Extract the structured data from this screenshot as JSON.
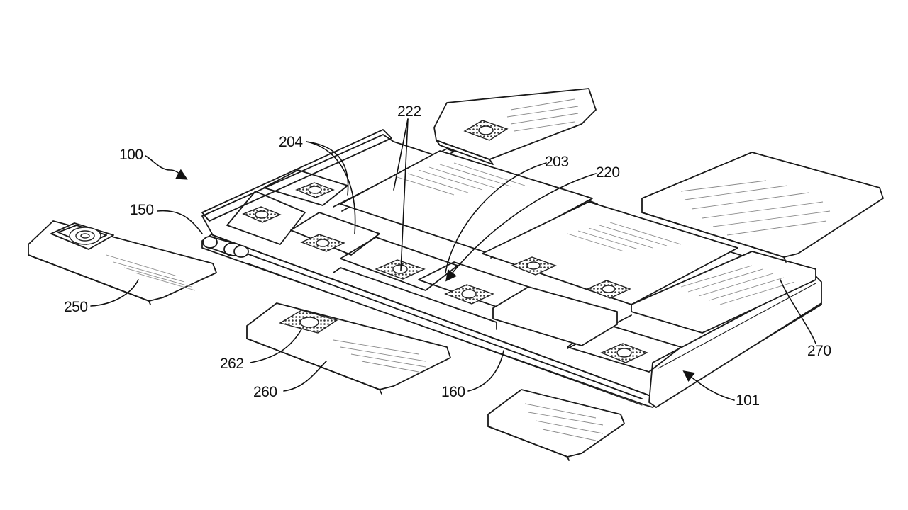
{
  "figure": {
    "description_type": "patent-drawing",
    "labels": {
      "assembly": "100",
      "frame_end": "101",
      "rail": "150",
      "frame_side": "160",
      "slot_connector": "204",
      "slot_arrow": "203",
      "connector": "222",
      "slot": "220",
      "camera_module": "250",
      "module_260": "260",
      "module_connector": "262",
      "battery_module": "270"
    }
  }
}
